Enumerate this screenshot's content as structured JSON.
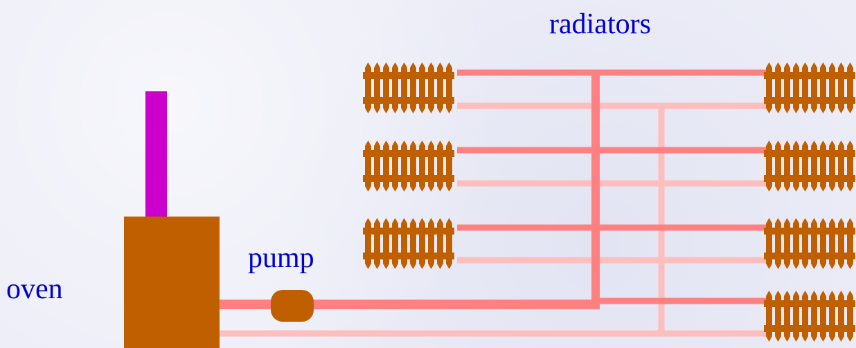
{
  "labels": {
    "radiators": "radiators",
    "pump": "pump",
    "oven": "oven"
  },
  "colors": {
    "text": "#0000cc",
    "oven": "#bf5f00",
    "chimney": "#cc00cc",
    "hot_pipe": "#ff8080",
    "return_pipe": "#ffbebe",
    "pump": "#bf5f00",
    "radiator": "#bf5f00"
  }
}
